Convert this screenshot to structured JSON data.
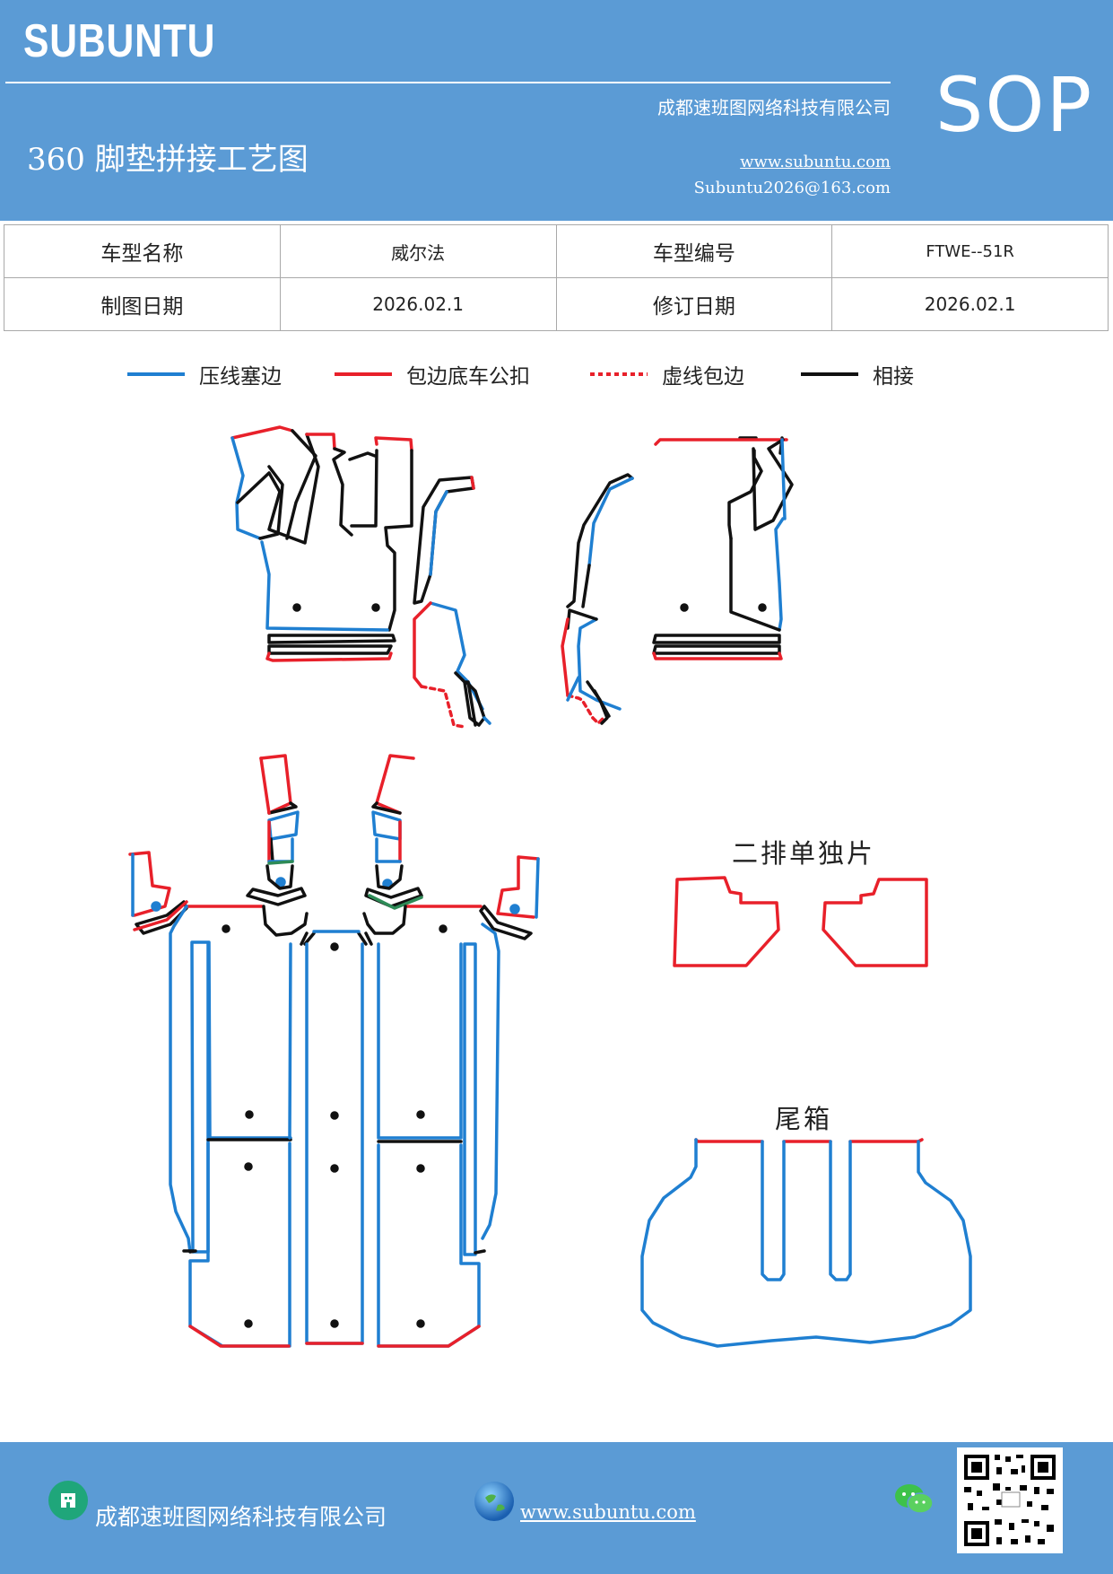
{
  "header": {
    "brand": "SUBUNTU",
    "doc_type": "SOP",
    "company": "成都速班图网络科技有限公司",
    "title": "360 脚垫拼接工艺图",
    "website": "www.subuntu.com",
    "email": "Subuntu2026@163.com"
  },
  "info_table": {
    "model_name_label": "车型名称",
    "model_name_value": "威尔法",
    "model_code_label": "车型编号",
    "model_code_value": "FTWE--51R",
    "draw_date_label": "制图日期",
    "draw_date_value": "2026.02.1",
    "revise_date_label": "修订日期",
    "revise_date_value": "2026.02.1"
  },
  "legend": [
    {
      "label": "压线塞边",
      "color": "#1f7fd1",
      "style": "solid"
    },
    {
      "label": "包边底车公扣",
      "color": "#e8202a",
      "style": "solid"
    },
    {
      "label": "虚线包边",
      "color": "#e8202a",
      "style": "dotted"
    },
    {
      "label": "相接",
      "color": "#111111",
      "style": "solid"
    }
  ],
  "diagram": {
    "second_row_label": "二排单独片",
    "trunk_label": "尾箱"
  },
  "footer": {
    "company": "成都速班图网络科技有限公司",
    "website": "www.subuntu.com ",
    "icons": [
      "building-icon",
      "globe-icon",
      "wechat-icon",
      "qr-code"
    ]
  },
  "colors": {
    "header_bg": "#5b9bd5",
    "blue_line": "#1f7fd1",
    "red_line": "#e8202a",
    "black_line": "#111111",
    "green_line": "#2e8b57"
  }
}
